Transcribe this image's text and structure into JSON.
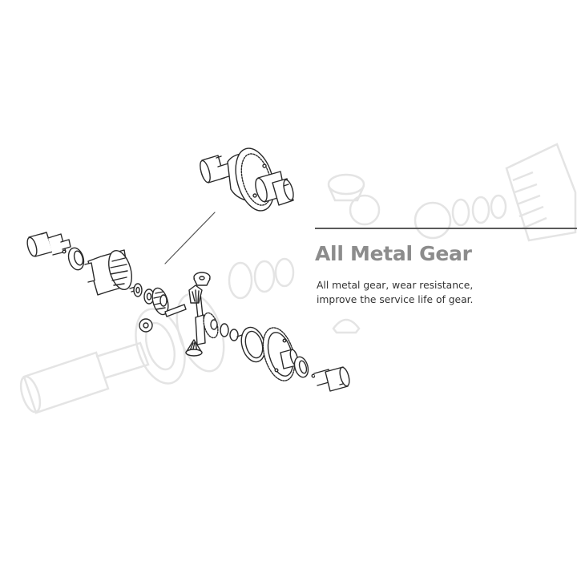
{
  "feature": {
    "title": "All Metal Gear",
    "description_lines": [
      "All metal gear, wear resistance,",
      "improve the service life of gear."
    ]
  },
  "diagram": {
    "subject": "differential-assembly",
    "views": [
      "assembled-differential",
      "exploded-differential",
      "faded-background-parts"
    ],
    "line_color": "#2a2a2a",
    "ghost_color": "#e6e6e6",
    "title_color": "#8c8c8c",
    "text_color": "#333333",
    "divider_color": "#5a5a5a"
  }
}
